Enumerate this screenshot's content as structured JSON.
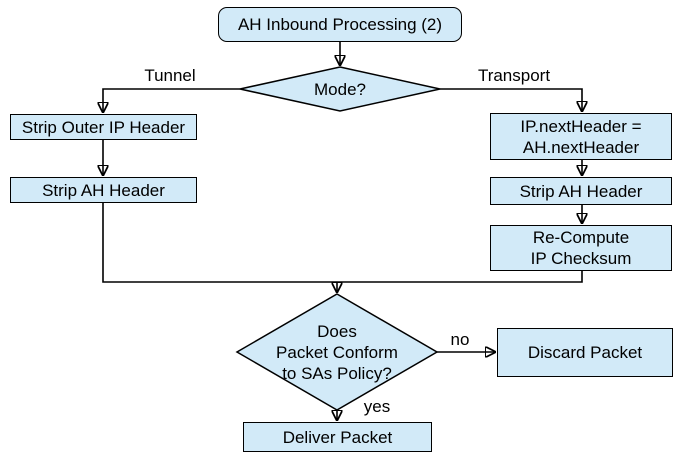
{
  "diagram": {
    "colors": {
      "background": "#ffffff",
      "node_fill": "#d2eaf8",
      "node_border": "#000000"
    },
    "nodes": {
      "start": {
        "label": "AH Inbound Processing (2)"
      },
      "mode": {
        "label": "Mode?"
      },
      "strip_outer_ip": {
        "label": "Strip Outer IP Header"
      },
      "strip_ah_left": {
        "label": "Strip AH Header"
      },
      "ip_next_header": {
        "lines": [
          "IP.nextHeader =",
          "AH.nextHeader"
        ]
      },
      "strip_ah_right": {
        "label": "Strip AH Header"
      },
      "recompute_checksum": {
        "lines": [
          "Re-Compute",
          "IP Checksum"
        ]
      },
      "policy_check": {
        "lines": [
          "Does",
          "Packet Conform",
          "to SAs Policy?"
        ]
      },
      "discard": {
        "label": "Discard Packet"
      },
      "deliver": {
        "label": "Deliver Packet"
      }
    },
    "edge_labels": {
      "tunnel": "Tunnel",
      "transport": "Transport",
      "no": "no",
      "yes": "yes"
    }
  }
}
